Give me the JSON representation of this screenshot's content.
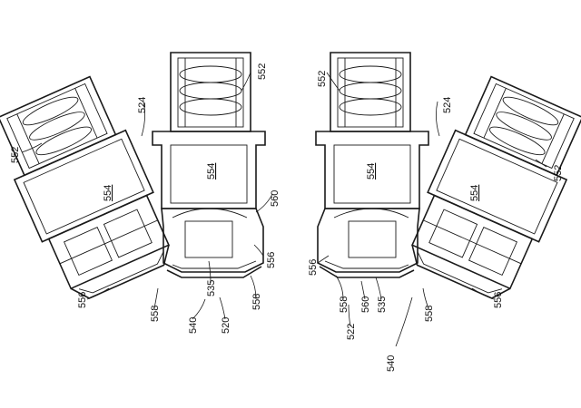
{
  "figure": {
    "left_group": {
      "labels": {
        "l552_a": "552",
        "l552_b": "552",
        "l524": "524",
        "l554_a": "554",
        "l554_b": "554",
        "l560": "560",
        "l556_a": "556",
        "l556_b": "556",
        "l558_a": "558",
        "l558_b": "558",
        "l535": "535",
        "l540": "540",
        "l520": "520"
      }
    },
    "right_group": {
      "labels": {
        "r552_a": "552",
        "r552_b": "552",
        "r524": "524",
        "r554_a": "554",
        "r554_b": "554",
        "r556_a": "556",
        "r556_b": "556",
        "r558_a": "558",
        "r558_b": "558",
        "r522": "522",
        "r560": "560",
        "r535": "535",
        "r540": "540"
      }
    }
  }
}
